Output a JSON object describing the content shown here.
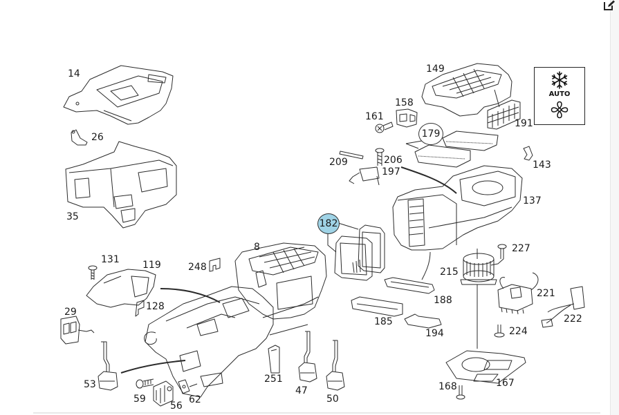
{
  "diagram": {
    "title": "Heater / air conditioning unit — exploded parts view",
    "highlighted_part": "182",
    "circled_parts": [
      "179"
    ],
    "parts": [
      {
        "id": "14"
      },
      {
        "id": "26"
      },
      {
        "id": "35"
      },
      {
        "id": "8"
      },
      {
        "id": "131"
      },
      {
        "id": "119"
      },
      {
        "id": "248"
      },
      {
        "id": "128"
      },
      {
        "id": "29"
      },
      {
        "id": "53"
      },
      {
        "id": "59"
      },
      {
        "id": "56"
      },
      {
        "id": "62"
      },
      {
        "id": "251"
      },
      {
        "id": "47"
      },
      {
        "id": "50"
      },
      {
        "id": "149"
      },
      {
        "id": "158"
      },
      {
        "id": "161"
      },
      {
        "id": "191"
      },
      {
        "id": "179"
      },
      {
        "id": "209"
      },
      {
        "id": "206"
      },
      {
        "id": "197"
      },
      {
        "id": "143"
      },
      {
        "id": "137"
      },
      {
        "id": "182"
      },
      {
        "id": "227"
      },
      {
        "id": "215"
      },
      {
        "id": "188"
      },
      {
        "id": "221"
      },
      {
        "id": "185"
      },
      {
        "id": "222"
      },
      {
        "id": "194"
      },
      {
        "id": "224"
      },
      {
        "id": "168"
      },
      {
        "id": "167"
      }
    ],
    "labels": {
      "p14": "14",
      "p26": "26",
      "p35": "35",
      "p8": "8",
      "p131": "131",
      "p119": "119",
      "p248": "248",
      "p128": "128",
      "p29": "29",
      "p53": "53",
      "p59": "59",
      "p56": "56",
      "p62": "62",
      "p251": "251",
      "p47": "47",
      "p50": "50",
      "p149": "149",
      "p158": "158",
      "p161": "161",
      "p191": "191",
      "p179": "179",
      "p209": "209",
      "p206": "206",
      "p197": "197",
      "p143": "143",
      "p137": "137",
      "p182": "182",
      "p227": "227",
      "p215": "215",
      "p188": "188",
      "p221": "221",
      "p185": "185",
      "p222": "222",
      "p194": "194",
      "p224": "224",
      "p168": "168",
      "p167": "167"
    },
    "symbol_box": {
      "text": "AUTO",
      "icons": [
        "snowflake-icon",
        "fan-icon"
      ]
    },
    "colors": {
      "highlight": "#9fd3e6",
      "line": "#2a2a2a",
      "background": "#ffffff"
    }
  },
  "toolbar": {
    "edit_icon": "edit-icon"
  }
}
